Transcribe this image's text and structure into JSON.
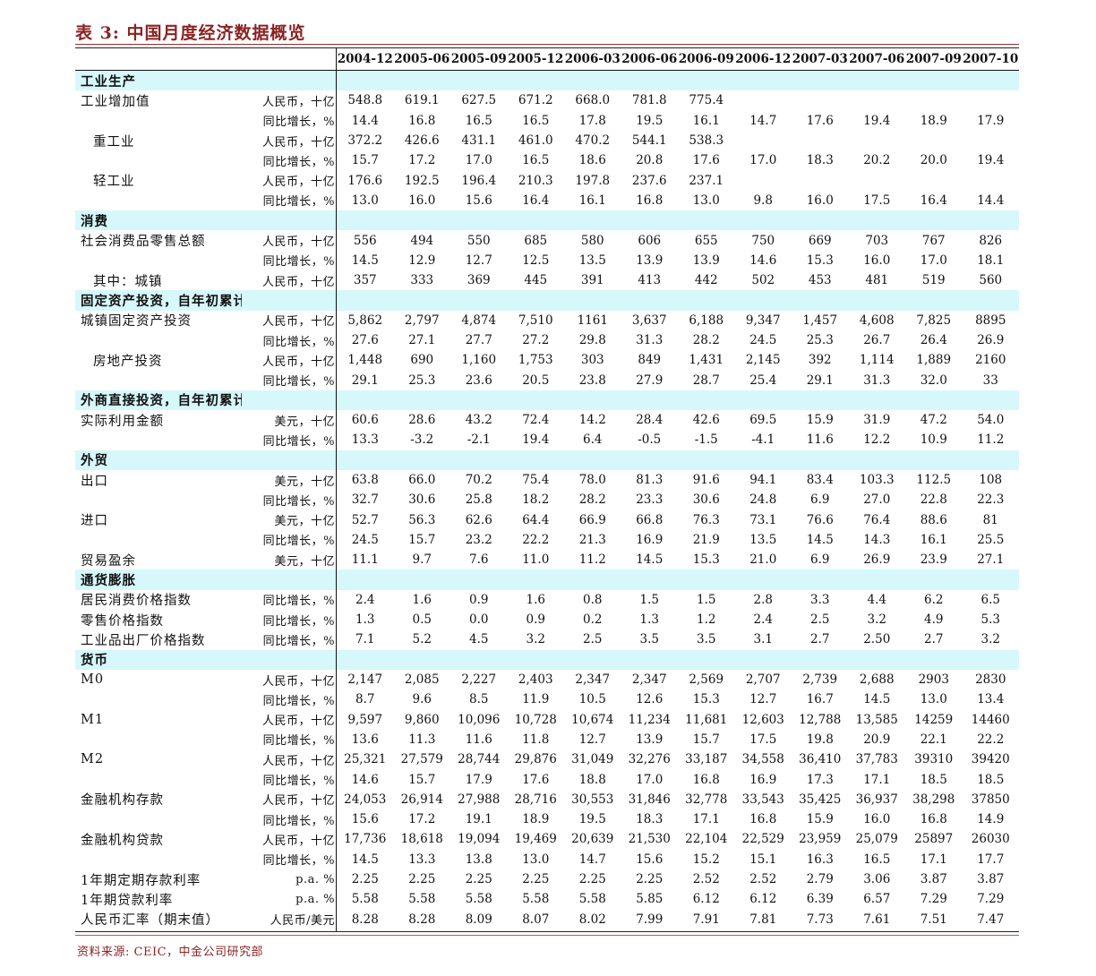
{
  "title": "表 3:  中国月度经济数据概览",
  "source": "资料来源:   CEIC，中金公司研究部",
  "columns": [
    "2004-12",
    "2005-06",
    "2005-09",
    "2005-12",
    "2006-03",
    "2006-06",
    "2006-09",
    "2006-12",
    "2007-03",
    "2007-06",
    "2007-09",
    "2007-10"
  ],
  "rows": [
    {
      "type": "section",
      "label": "工业生产"
    },
    {
      "type": "data",
      "label": "工业增加值",
      "unit": "人民币，十亿",
      "values": [
        "548.8",
        "619.1",
        "627.5",
        "671.2",
        "668.0",
        "781.8",
        "775.4",
        "",
        "",
        "",
        "",
        ""
      ]
    },
    {
      "type": "data",
      "label": "",
      "unit": "同比增长，%",
      "values": [
        "14.4",
        "16.8",
        "16.5",
        "16.5",
        "17.8",
        "19.5",
        "16.1",
        "14.7",
        "17.6",
        "19.4",
        "18.9",
        "17.9"
      ]
    },
    {
      "type": "data",
      "label": "重工业",
      "indent": true,
      "unit": "人民币，十亿",
      "values": [
        "372.2",
        "426.6",
        "431.1",
        "461.0",
        "470.2",
        "544.1",
        "538.3",
        "",
        "",
        "",
        "",
        ""
      ]
    },
    {
      "type": "data",
      "label": "",
      "unit": "同比增长，%",
      "values": [
        "15.7",
        "17.2",
        "17.0",
        "16.5",
        "18.6",
        "20.8",
        "17.6",
        "17.0",
        "18.3",
        "20.2",
        "20.0",
        "19.4"
      ]
    },
    {
      "type": "data",
      "label": "轻工业",
      "indent": true,
      "unit": "人民币，十亿",
      "values": [
        "176.6",
        "192.5",
        "196.4",
        "210.3",
        "197.8",
        "237.6",
        "237.1",
        "",
        "",
        "",
        "",
        ""
      ]
    },
    {
      "type": "data",
      "label": "",
      "unit": "同比增长，%",
      "values": [
        "13.0",
        "16.0",
        "15.6",
        "16.4",
        "16.1",
        "16.8",
        "13.0",
        "9.8",
        "16.0",
        "17.5",
        "16.4",
        "14.4"
      ]
    },
    {
      "type": "section",
      "label": "消费"
    },
    {
      "type": "data",
      "label": "社会消费品零售总额",
      "unit": "人民币，十亿",
      "values": [
        "556",
        "494",
        "550",
        "685",
        "580",
        "606",
        "655",
        "750",
        "669",
        "703",
        "767",
        "826"
      ]
    },
    {
      "type": "data",
      "label": "",
      "unit": "同比增长，%",
      "values": [
        "14.5",
        "12.9",
        "12.7",
        "12.5",
        "13.5",
        "13.9",
        "13.9",
        "14.6",
        "15.3",
        "16.0",
        "17.0",
        "18.1"
      ]
    },
    {
      "type": "data",
      "label": "其中：城镇",
      "indent": true,
      "unit": "人民币，十亿",
      "values": [
        "357",
        "333",
        "369",
        "445",
        "391",
        "413",
        "442",
        "502",
        "453",
        "481",
        "519",
        "560"
      ]
    },
    {
      "type": "section",
      "label": "固定资产投资，自年初累计"
    },
    {
      "type": "data",
      "label": "城镇固定资产投资",
      "unit": "人民币，十亿",
      "values": [
        "5,862",
        "2,797",
        "4,874",
        "7,510",
        "1161",
        "3,637",
        "6,188",
        "9,347",
        "1,457",
        "4,608",
        "7,825",
        "8895"
      ]
    },
    {
      "type": "data",
      "label": "",
      "unit": "同比增长，%",
      "values": [
        "27.6",
        "27.1",
        "27.7",
        "27.2",
        "29.8",
        "31.3",
        "28.2",
        "24.5",
        "25.3",
        "26.7",
        "26.4",
        "26.9"
      ]
    },
    {
      "type": "data",
      "label": "房地产投资",
      "indent": true,
      "unit": "人民币，十亿",
      "values": [
        "1,448",
        "690",
        "1,160",
        "1,753",
        "303",
        "849",
        "1,431",
        "2,145",
        "392",
        "1,114",
        "1,889",
        "2160"
      ]
    },
    {
      "type": "data",
      "label": "",
      "unit": "同比增长，%",
      "values": [
        "29.1",
        "25.3",
        "23.6",
        "20.5",
        "23.8",
        "27.9",
        "28.7",
        "25.4",
        "29.1",
        "31.3",
        "32.0",
        "33"
      ]
    },
    {
      "type": "section",
      "label": "外商直接投资，自年初累计"
    },
    {
      "type": "data",
      "label": "实际利用金额",
      "unit": "美元，十亿",
      "values": [
        "60.6",
        "28.6",
        "43.2",
        "72.4",
        "14.2",
        "28.4",
        "42.6",
        "69.5",
        "15.9",
        "31.9",
        "47.2",
        "54.0"
      ]
    },
    {
      "type": "data",
      "label": "",
      "unit": "同比增长，%",
      "values": [
        "13.3",
        "-3.2",
        "-2.1",
        "19.4",
        "6.4",
        "-0.5",
        "-1.5",
        "-4.1",
        "11.6",
        "12.2",
        "10.9",
        "11.2"
      ]
    },
    {
      "type": "section",
      "label": "外贸"
    },
    {
      "type": "data",
      "label": "出口",
      "unit": "美元，十亿",
      "values": [
        "63.8",
        "66.0",
        "70.2",
        "75.4",
        "78.0",
        "81.3",
        "91.6",
        "94.1",
        "83.4",
        "103.3",
        "112.5",
        "108"
      ]
    },
    {
      "type": "data",
      "label": "",
      "unit": "同比增长，%",
      "values": [
        "32.7",
        "30.6",
        "25.8",
        "18.2",
        "28.2",
        "23.3",
        "30.6",
        "24.8",
        "6.9",
        "27.0",
        "22.8",
        "22.3"
      ]
    },
    {
      "type": "data",
      "label": "进口",
      "unit": "美元，十亿",
      "values": [
        "52.7",
        "56.3",
        "62.6",
        "64.4",
        "66.9",
        "66.8",
        "76.3",
        "73.1",
        "76.6",
        "76.4",
        "88.6",
        "81"
      ]
    },
    {
      "type": "data",
      "label": "",
      "unit": "同比增长，%",
      "values": [
        "24.5",
        "15.7",
        "23.2",
        "22.2",
        "21.3",
        "16.9",
        "21.9",
        "13.5",
        "14.5",
        "14.3",
        "16.1",
        "25.5"
      ]
    },
    {
      "type": "data",
      "label": "贸易盈余",
      "unit": "美元，十亿",
      "values": [
        "11.1",
        "9.7",
        "7.6",
        "11.0",
        "11.2",
        "14.5",
        "15.3",
        "21.0",
        "6.9",
        "26.9",
        "23.9",
        "27.1"
      ]
    },
    {
      "type": "section",
      "label": "通货膨胀"
    },
    {
      "type": "data",
      "label": "居民消费价格指数",
      "unit": "同比增长，%",
      "values": [
        "2.4",
        "1.6",
        "0.9",
        "1.6",
        "0.8",
        "1.5",
        "1.5",
        "2.8",
        "3.3",
        "4.4",
        "6.2",
        "6.5"
      ]
    },
    {
      "type": "data",
      "label": "零售价格指数",
      "unit": "同比增长，%",
      "values": [
        "1.3",
        "0.5",
        "0.0",
        "0.9",
        "0.2",
        "1.3",
        "1.2",
        "2.4",
        "2.5",
        "3.2",
        "4.9",
        "5.3"
      ]
    },
    {
      "type": "data",
      "label": "工业品出厂价格指数",
      "unit": "同比增长，%",
      "values": [
        "7.1",
        "5.2",
        "4.5",
        "3.2",
        "2.5",
        "3.5",
        "3.5",
        "3.1",
        "2.7",
        "2.50",
        "2.7",
        "3.2"
      ]
    },
    {
      "type": "section",
      "label": "货币"
    },
    {
      "type": "data",
      "label": "M0",
      "unit": "人民币，十亿",
      "values": [
        "2,147",
        "2,085",
        "2,227",
        "2,403",
        "2,347",
        "2,347",
        "2,569",
        "2,707",
        "2,739",
        "2,688",
        "2903",
        "2830"
      ]
    },
    {
      "type": "data",
      "label": "",
      "unit": "同比增长，%",
      "values": [
        "8.7",
        "9.6",
        "8.5",
        "11.9",
        "10.5",
        "12.6",
        "15.3",
        "12.7",
        "16.7",
        "14.5",
        "13.0",
        "13.4"
      ]
    },
    {
      "type": "data",
      "label": "M1",
      "unit": "人民币，十亿",
      "values": [
        "9,597",
        "9,860",
        "10,096",
        "10,728",
        "10,674",
        "11,234",
        "11,681",
        "12,603",
        "12,788",
        "13,585",
        "14259",
        "14460"
      ]
    },
    {
      "type": "data",
      "label": "",
      "unit": "同比增长，%",
      "values": [
        "13.6",
        "11.3",
        "11.6",
        "11.8",
        "12.7",
        "13.9",
        "15.7",
        "17.5",
        "19.8",
        "20.9",
        "22.1",
        "22.2"
      ]
    },
    {
      "type": "data",
      "label": "M2",
      "unit": "人民币，十亿",
      "values": [
        "25,321",
        "27,579",
        "28,744",
        "29,876",
        "31,049",
        "32,276",
        "33,187",
        "34,558",
        "36,410",
        "37,783",
        "39310",
        "39420"
      ]
    },
    {
      "type": "data",
      "label": "",
      "unit": "同比增长，%",
      "values": [
        "14.6",
        "15.7",
        "17.9",
        "17.6",
        "18.8",
        "17.0",
        "16.8",
        "16.9",
        "17.3",
        "17.1",
        "18.5",
        "18.5"
      ]
    },
    {
      "type": "data",
      "label": "金融机构存款",
      "unit": "人民币，十亿",
      "values": [
        "24,053",
        "26,914",
        "27,988",
        "28,716",
        "30,553",
        "31,846",
        "32,778",
        "33,543",
        "35,425",
        "36,937",
        "38,298",
        "37850"
      ]
    },
    {
      "type": "data",
      "label": "",
      "unit": "同比增长，%",
      "values": [
        "15.6",
        "17.2",
        "19.1",
        "18.9",
        "19.5",
        "18.3",
        "17.1",
        "16.8",
        "15.9",
        "16.0",
        "16.8",
        "14.9"
      ]
    },
    {
      "type": "data",
      "label": "金融机构贷款",
      "unit": "人民币，十亿",
      "values": [
        "17,736",
        "18,618",
        "19,094",
        "19,469",
        "20,639",
        "21,530",
        "22,104",
        "22,529",
        "23,959",
        "25,079",
        "25897",
        "26030"
      ]
    },
    {
      "type": "data",
      "label": "",
      "unit": "同比增长，%",
      "values": [
        "14.5",
        "13.3",
        "13.8",
        "13.0",
        "14.7",
        "15.6",
        "15.2",
        "15.1",
        "16.3",
        "16.5",
        "17.1",
        "17.7"
      ]
    },
    {
      "type": "data",
      "label": "1年期定期存款利率",
      "unit": "p.a. %",
      "values": [
        "2.25",
        "2.25",
        "2.25",
        "2.25",
        "2.25",
        "2.25",
        "2.52",
        "2.52",
        "2.79",
        "3.06",
        "3.87",
        "3.87"
      ]
    },
    {
      "type": "data",
      "label": "1年期贷款利率",
      "unit": "p.a. %",
      "values": [
        "5.58",
        "5.58",
        "5.58",
        "5.58",
        "5.58",
        "5.85",
        "6.12",
        "6.12",
        "6.39",
        "6.57",
        "7.29",
        "7.29"
      ]
    },
    {
      "type": "data",
      "label": "人民币汇率（期末值）",
      "unit": "人民币/美元",
      "values": [
        "8.28",
        "8.28",
        "8.09",
        "8.07",
        "8.02",
        "7.99",
        "7.91",
        "7.81",
        "7.73",
        "7.61",
        "7.51",
        "7.47"
      ]
    }
  ]
}
